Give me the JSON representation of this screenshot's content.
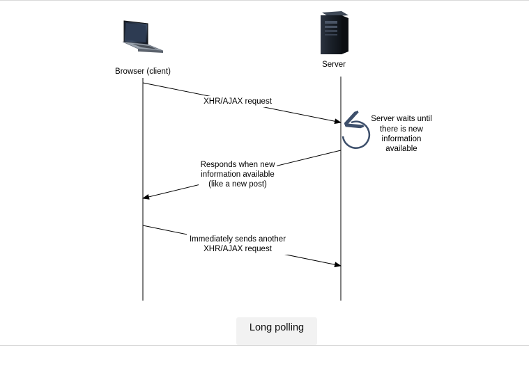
{
  "participants": {
    "client_label": "Browser (client)",
    "server_label": "Server"
  },
  "messages": {
    "request_label": "XHR/AJAX request",
    "wait_lines": [
      "Server waits until",
      "there is new",
      "information",
      "available"
    ],
    "response_lines": [
      "Responds when new",
      "information available",
      "(like a new post)"
    ],
    "resend_lines": [
      "Immediately sends another",
      "XHR/AJAX request"
    ]
  },
  "caption": "Long polling",
  "colors": {
    "line": "#000000",
    "wait_loop": "#3d4f6b",
    "caption_bg": "#f2f2f2"
  },
  "icons": {
    "client": "laptop-icon",
    "server": "server-tower-icon"
  }
}
